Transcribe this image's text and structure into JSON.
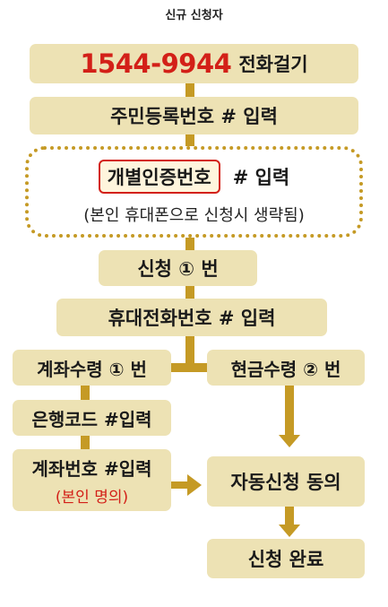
{
  "title": "신규 신청자",
  "steps": {
    "call_number": "1544-9944",
    "call_text": "전화걸기",
    "resident_number": "주민등록번호 # 입력",
    "cert_number": "개별인증번호",
    "cert_input": "# 입력",
    "cert_note": "(본인 휴대폰으로 신청시 생략됨)",
    "apply_one": "신청 ① 번",
    "phone_number": "휴대전화번호 # 입력",
    "account_receive": "계좌수령 ① 번",
    "cash_receive": "현금수령 ② 번",
    "bank_code": "은행코드 #입력",
    "account_number": "계좌번호 #입력",
    "account_owner": "(본인 명의)",
    "auto_apply": "자동신청 동의",
    "complete": "신청 완료"
  },
  "colors": {
    "box_fill": "#ede2b4",
    "connector": "#c59a25",
    "highlight_red": "#d32018"
  }
}
